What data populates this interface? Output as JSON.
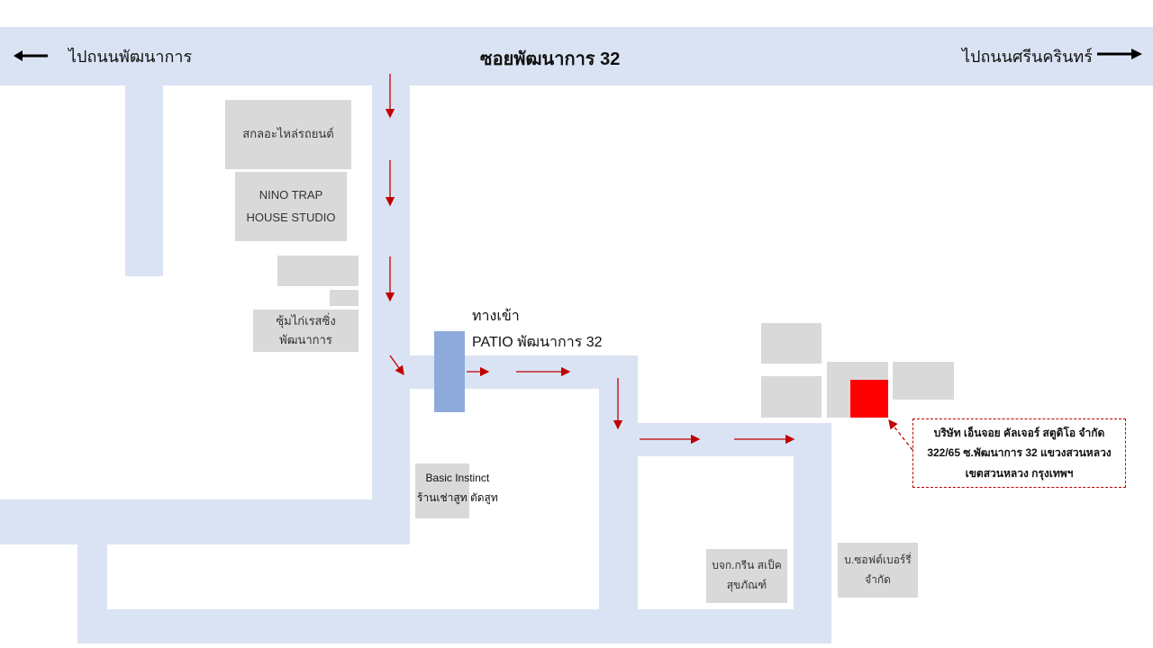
{
  "main_road": {
    "name": "ซอยพัฒนาการ 32",
    "left_label": "ไปถนนพัฒนาการ",
    "right_label": "ไปถนนศรีนครินทร์"
  },
  "entrance_label": {
    "line1": "ทางเข้า",
    "line2": "PATIO พัฒนาการ 32"
  },
  "buildings": {
    "parts_shop": "สกลอะไหล่รถยนต์",
    "nino": "NINO TRAP\nHOUSE STUDIO",
    "chicken": "ซุ้มไก่เรสซิ่ง\nพัฒนาการ",
    "basic_instinct": "Basic Instinct\nร้านเช่าสูท ตัดสูท",
    "green_spec": "บจก.กรีน สเป็ค\nสุขภัณฑ์",
    "softberry": "บ.ซอฟต์เบอร์รี่\nจำกัด"
  },
  "destination": {
    "line1": "บริษัท เอ็นจอย คัลเจอร์ สตูดิโอ จำกัด",
    "line2": "322/65 ซ.พัฒนาการ 32 แขวงสวนหลวง",
    "line3": "เขตสวนหลวง กรุงเทพฯ"
  },
  "colors": {
    "road": "#dae3f3",
    "building": "#d9d9d9",
    "entrance_gate": "#8eaadb",
    "destination": "#ff0000",
    "route_arrow": "#c00000"
  }
}
